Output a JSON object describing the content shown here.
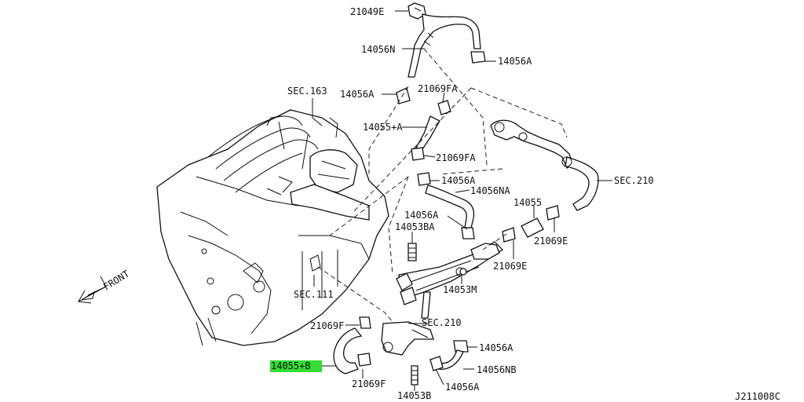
{
  "diagram": {
    "labels": {
      "p21049E": "21049E",
      "p14056N": "14056N",
      "p14056A_top": "14056A",
      "p14056A_left": "14056A",
      "p21069FA_top": "21069FA",
      "p14055A": "14055+A",
      "p21069FA_mid": "21069FA",
      "p14056A_mid": "14056A",
      "p14056NA": "14056NA",
      "p14056A_mid2": "14056A",
      "p14053BA": "14053BA",
      "p14055": "14055",
      "p21069E_right": "21069E",
      "p21069E_mid": "21069E",
      "p14053M": "14053M",
      "sec163": "SEC.163",
      "sec111": "SEC.111",
      "sec210_right": "SEC.210",
      "sec210_low": "SEC.210",
      "p21069F_top": "21069F",
      "p14056A_low": "14056A",
      "p14055B": "14055+B",
      "p14056NB": "14056NB",
      "p21069F_bot": "21069F",
      "p14056A_bot": "14056A",
      "p14053B": "14053B",
      "front": "FRONT",
      "figure_code": "J211008C"
    },
    "highlight_color": "#33dd33"
  }
}
